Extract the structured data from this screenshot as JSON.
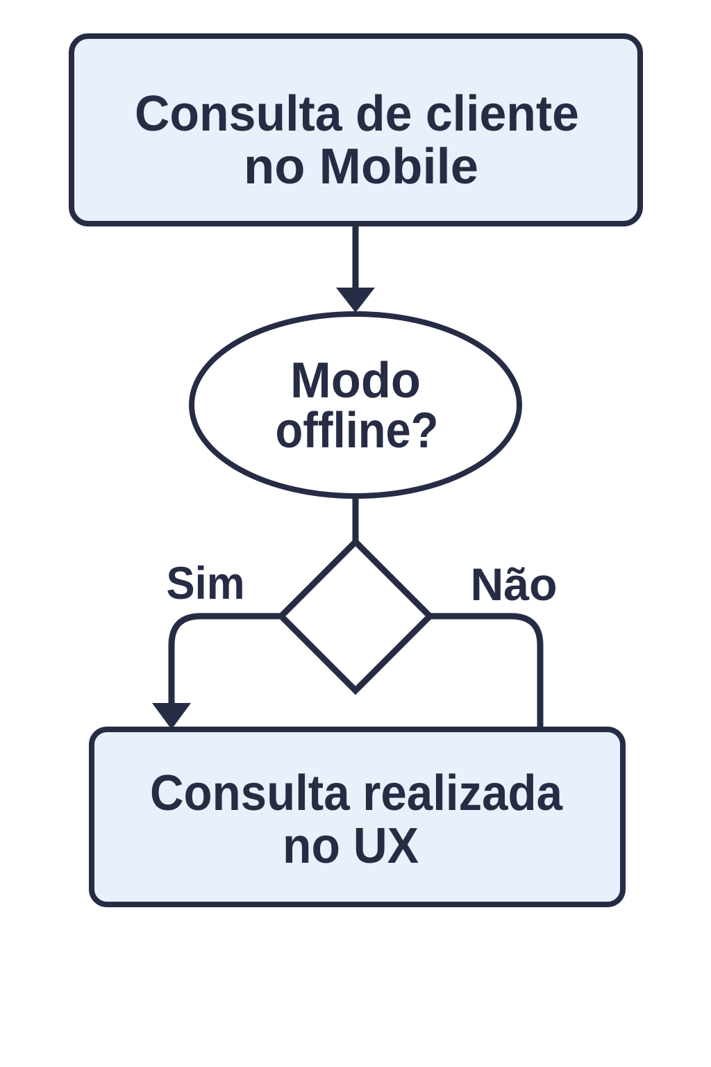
{
  "colors": {
    "ink": "#272c45",
    "node_fill": "#e9f0fb",
    "shape_fill": "#ffffff",
    "background": "#ffffff"
  },
  "flowchart": {
    "start_node": {
      "type": "rounded-rect",
      "line1": "Consulta de cliente",
      "line2": "no Mobile"
    },
    "question_node": {
      "type": "ellipse",
      "line1": "Modo",
      "line2": "offline?"
    },
    "decision_node": {
      "type": "diamond"
    },
    "end_node": {
      "type": "rounded-rect",
      "line1": "Consulta realizada",
      "line2": "no UX"
    },
    "branches": {
      "yes_label": "Sim",
      "no_label": "Não"
    }
  }
}
